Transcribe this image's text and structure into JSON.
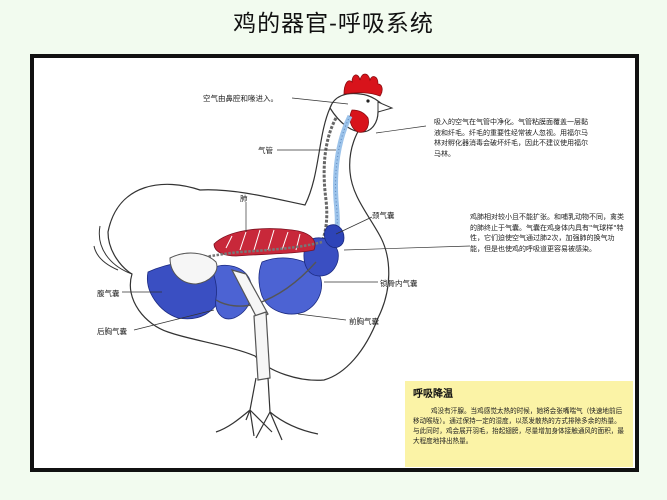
{
  "title": "鸡的器官-呼吸系统",
  "labels": {
    "nostril": "空气由鼻腔和喙进入。",
    "trachea": "气管",
    "lung": "肺",
    "clavicular": "颈气囊",
    "abdominal": "腹气囊",
    "thoracic": "锁骨内气囊",
    "posterior": "后胸气囊",
    "anterior": "前胸气囊"
  },
  "notes": {
    "trachea_note": "吸入的空气在气管中净化。气管粘膜面覆盖一层黏液和纤毛。纤毛的重要性经常被人忽视。用福尔马林对孵化器消毒会破坏纤毛，因此不建议使用福尔马林。",
    "lung_note": "鸡肺相对较小且不能扩张。和哺乳动物不同，禽类的肺终止于气囊。气囊在鸡身体内具有\"气球样\"特性，它们迫使空气通过肺2次，加强肺的换气功能，但是也使鸡的呼吸道更容易被感染。"
  },
  "cooling": {
    "title": "呼吸降温",
    "text": "鸡没有汗腺。当鸡感觉太热的时候，她将会张嘴喘气（快速地前后移动喉咙）。通过保持一定的湿度，以蒸发散热的方式排除多余的热量。与此同时，鸡会展开羽毛，抬起翅膀，尽量增加身体接触通风的面积，最大程度地排出热量。"
  },
  "colors": {
    "background": "#f2fbef",
    "comb": "#d8131b",
    "air_sac": "#3a4fc2",
    "lung": "#c8283a",
    "trachea": "#9cc3ea",
    "cooling_box": "#fbf3a6"
  }
}
